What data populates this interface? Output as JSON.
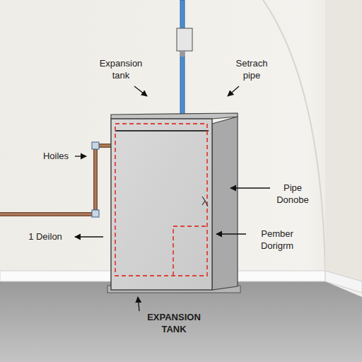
{
  "diagram": {
    "labels": [
      "Expansion tank",
      "Setrach pipe",
      "Hoiles",
      "Pipe Donobe",
      "1 Deilon",
      "Pember Dorigrm",
      "EXPANSION TANK"
    ]
  }
}
